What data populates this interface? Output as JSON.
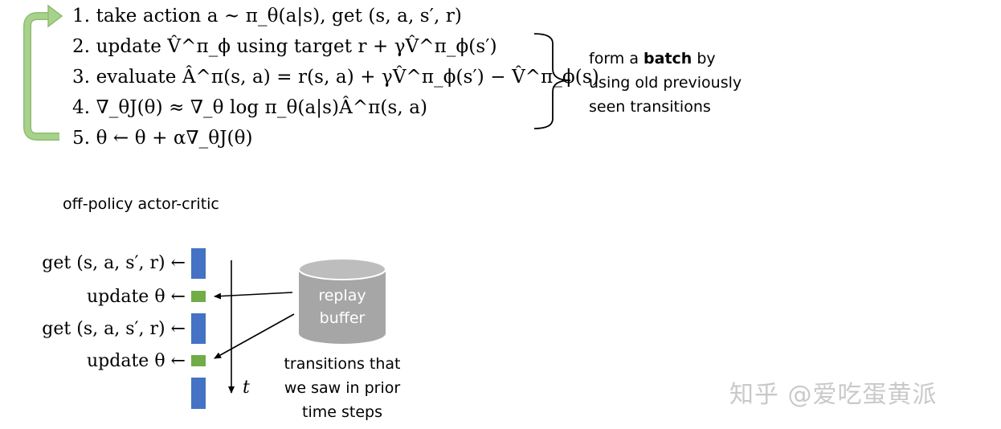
{
  "algorithm": {
    "steps": [
      {
        "number": "1.",
        "text": "take action a ~ π_θ(a|s), get (s, a, s′, r)"
      },
      {
        "number": "2.",
        "text": "update V̂^π_ϕ using target r + γV̂^π_ϕ(s′)"
      },
      {
        "number": "3.",
        "text": "evaluate Â^π(s, a) = r(s, a) + γV̂^π_ϕ(s′) − V̂^π_ϕ(s)"
      },
      {
        "number": "4.",
        "text": "∇_θJ(θ) ≈ ∇_θ log π_θ(a|s)Â^π(s, a)"
      },
      {
        "number": "5.",
        "text": "θ ← θ + α∇_θJ(θ)"
      }
    ]
  },
  "batch_note": {
    "prefix": "form a ",
    "bold": "batch",
    "suffix": " by",
    "line2": "using old previously",
    "line3": "seen transitions"
  },
  "section_title": "off-policy actor-critic",
  "timeline": {
    "rows": [
      {
        "label": "get (s, a, s′, r) ←",
        "kind": "get"
      },
      {
        "label": "update θ ←",
        "kind": "update"
      },
      {
        "label": "get (s, a, s′, r) ←",
        "kind": "get"
      },
      {
        "label": "update θ ←",
        "kind": "update"
      },
      {
        "label": "",
        "kind": "get"
      }
    ],
    "time_axis_label": "t"
  },
  "replay_buffer": {
    "label_line1": "replay",
    "label_line2": "buffer",
    "caption_line1": "transitions that",
    "caption_line2": "we saw in prior",
    "caption_line3": "time steps"
  },
  "colors": {
    "loop_arrow": "#a9d18e",
    "loop_arrow_edge": "#8cbf6e",
    "get_block": "#4472c4",
    "update_block": "#70ad47",
    "buffer_fill": "#a6a6a6",
    "watermark": "#c9c9c9"
  },
  "watermark": "知乎 @爱吃蛋黄派"
}
